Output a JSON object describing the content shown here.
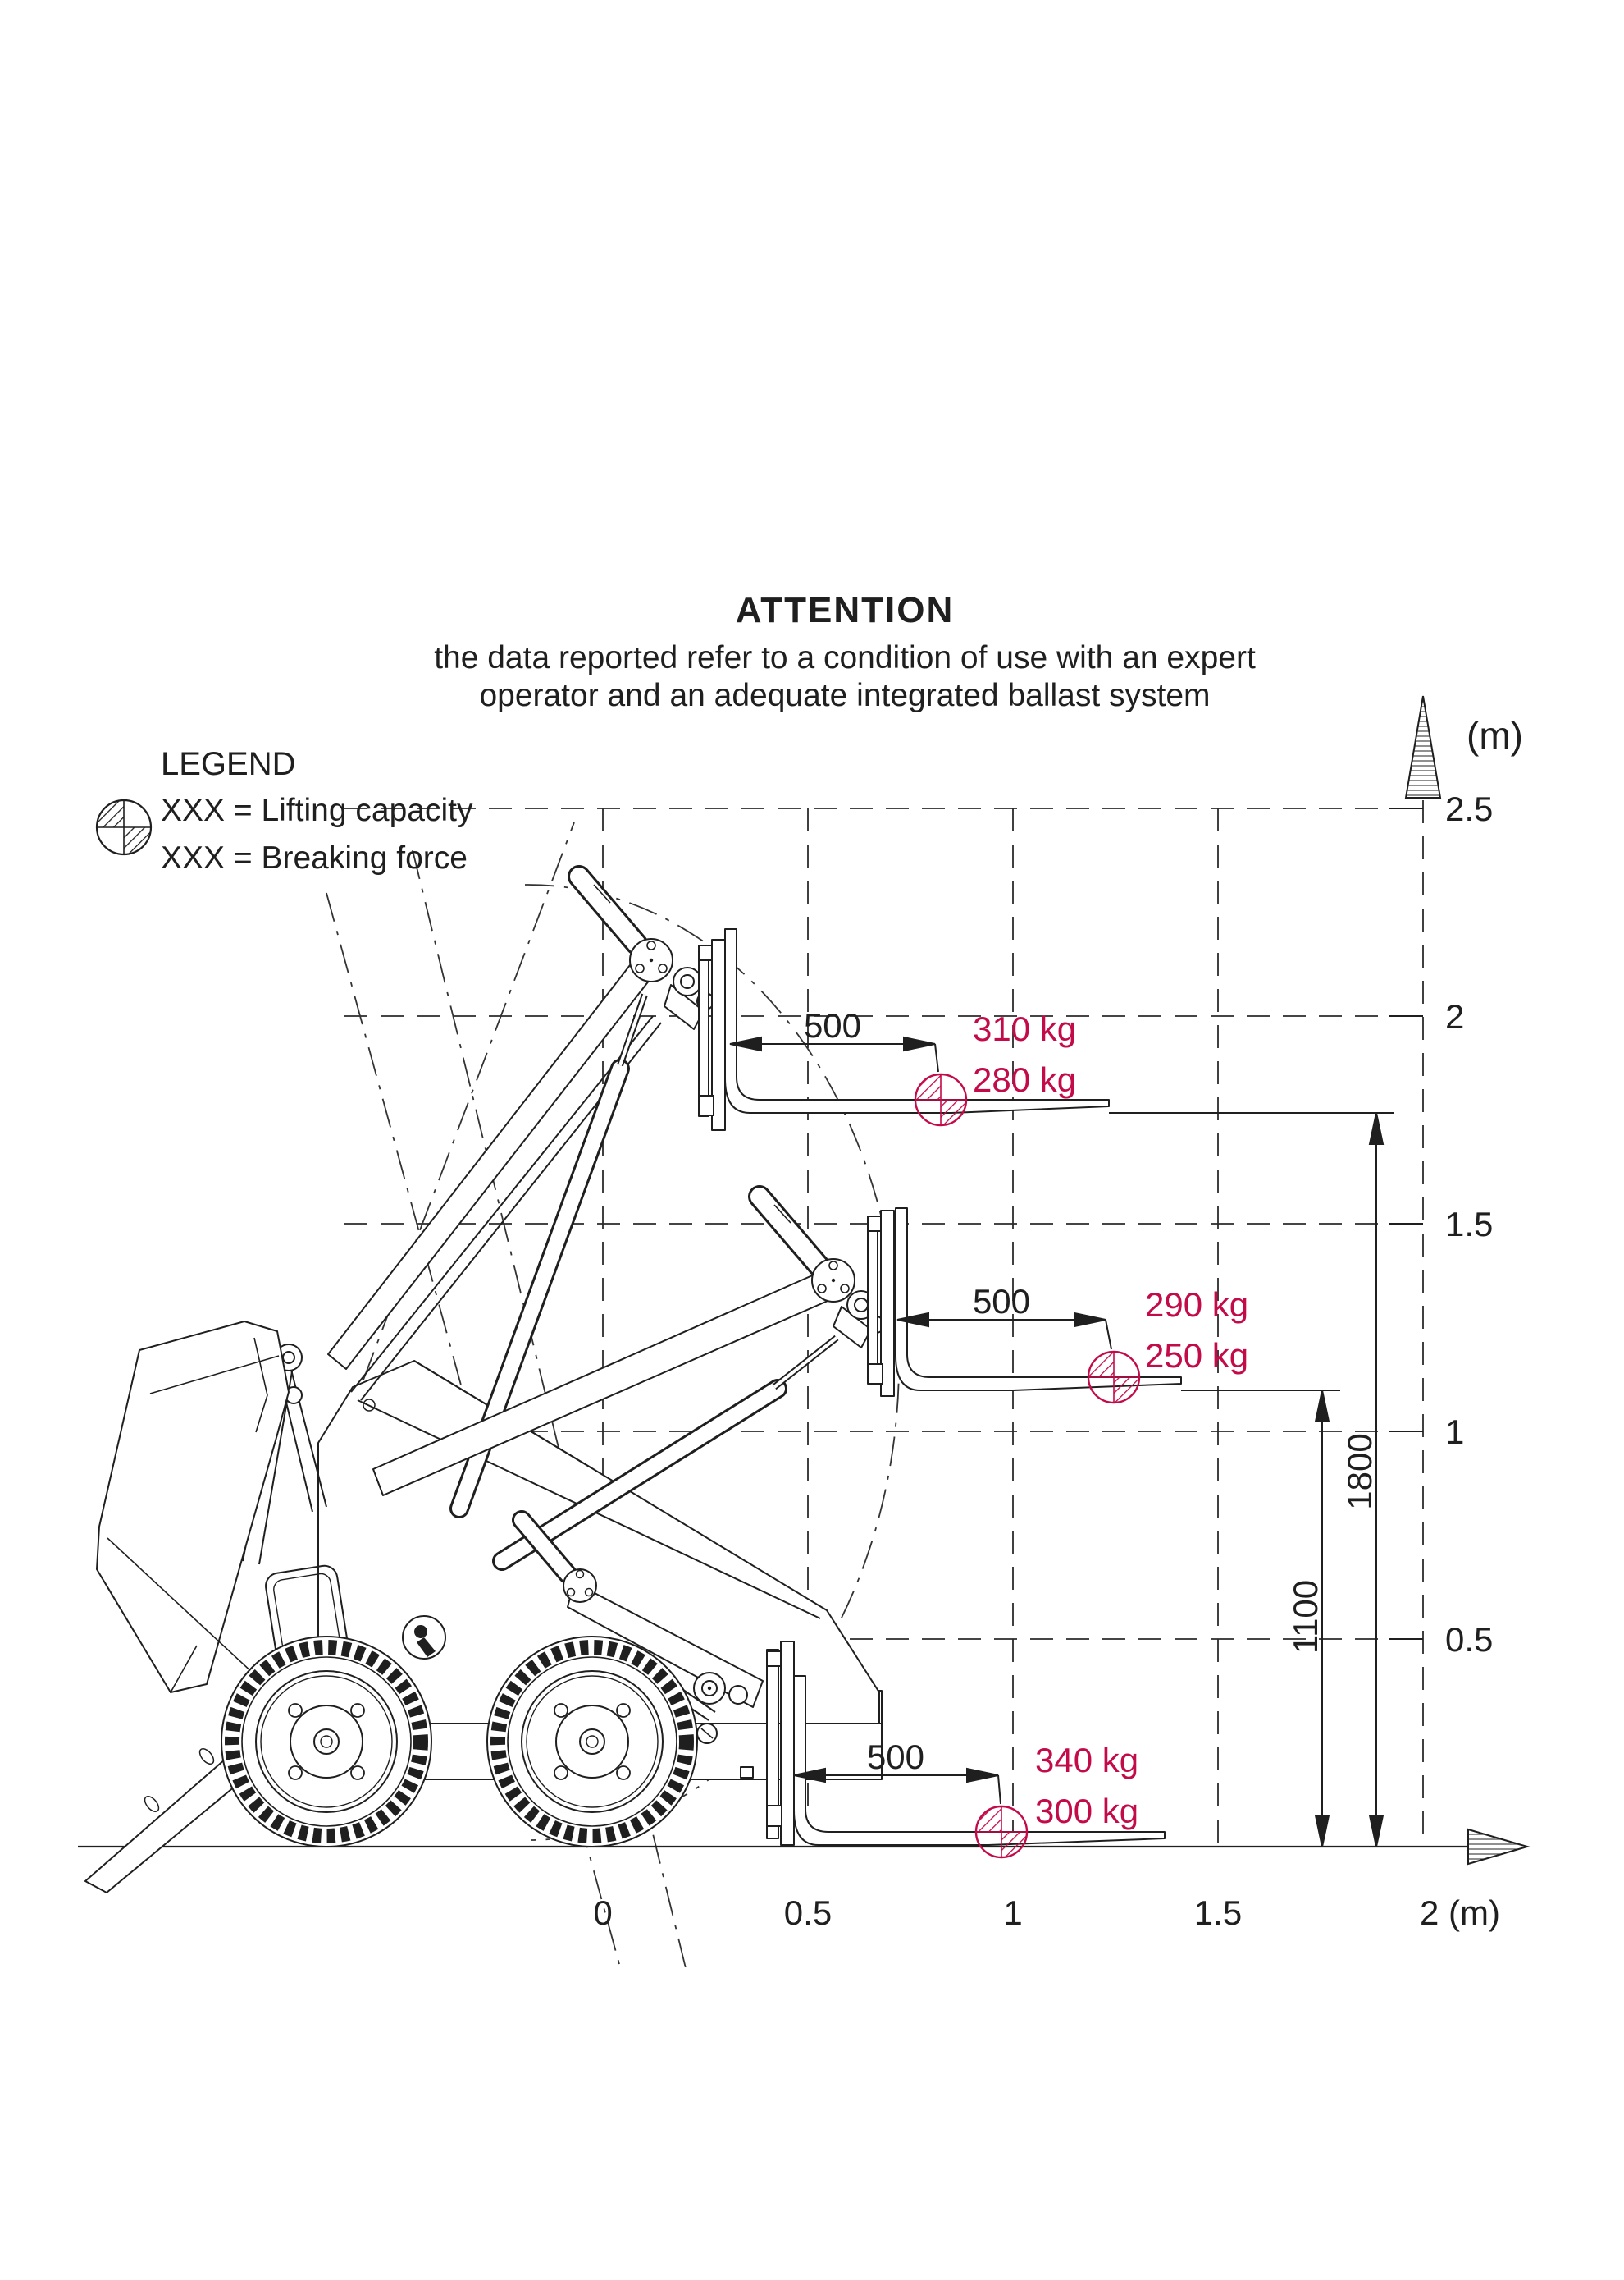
{
  "attention": {
    "title": "ATTENTION",
    "line1": "the data reported refer to a condition of use with an expert",
    "line2": "operator and an adequate integrated ballast system"
  },
  "legend": {
    "title": "LEGEND",
    "lifting": "XXX = Lifting capacity",
    "breaking": "XXX = Breaking force"
  },
  "y_axis": {
    "unit": "(m)",
    "ticks": [
      "2.5",
      "2",
      "1.5",
      "1",
      "0.5"
    ]
  },
  "x_axis": {
    "ticks": [
      "0",
      "0.5",
      "1",
      "1.5"
    ],
    "end": "2 (m)"
  },
  "positions": [
    {
      "id": "high",
      "load_center": "500",
      "lifting_capacity": "310 kg",
      "breaking_force": "280 kg"
    },
    {
      "id": "middle",
      "load_center": "500",
      "lifting_capacity": "290 kg",
      "breaking_force": "250 kg"
    },
    {
      "id": "low",
      "load_center": "500",
      "lifting_capacity": "340 kg",
      "breaking_force": "300 kg"
    }
  ],
  "vertical_dimensions": {
    "outer": "1800",
    "inner": "1100"
  },
  "colors": {
    "accent": "#c30b49",
    "ink": "#1f1f1f",
    "grid": "#2b2b2b"
  }
}
